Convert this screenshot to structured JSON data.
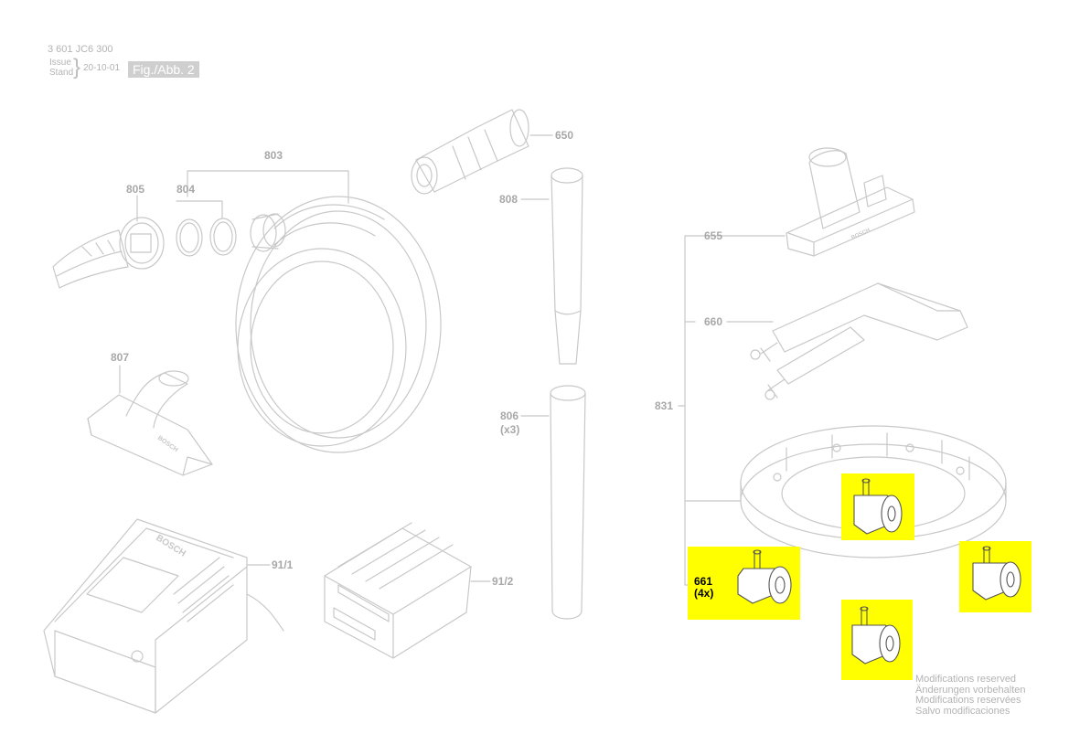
{
  "header": {
    "doc_number": "3 601 JC6 300",
    "issue_label": "Issue",
    "stand_label": "Stand",
    "date": "20-10-01",
    "figure_label": "Fig./Abb. 2"
  },
  "parts": {
    "p803": "803",
    "p805": "805",
    "p804": "804",
    "p650": "650",
    "p808": "808",
    "p807": "807",
    "p806": "806",
    "p806_qty": "(x3)",
    "p91_1": "91/1",
    "p91_2": "91/2",
    "p655": "655",
    "p660": "660",
    "p831": "831",
    "p661": "661",
    "p661_qty": "(4x)"
  },
  "brand_marks": [
    "BOSCH"
  ],
  "highlight_color": "#ffff00",
  "line_color": "#c8c8c8",
  "label_color": "#a8a8a8",
  "footer_notes": [
    "Modifications reserved",
    "Änderungen vorbehalten",
    "Modifications reservées",
    "Salvo modificaciones"
  ]
}
